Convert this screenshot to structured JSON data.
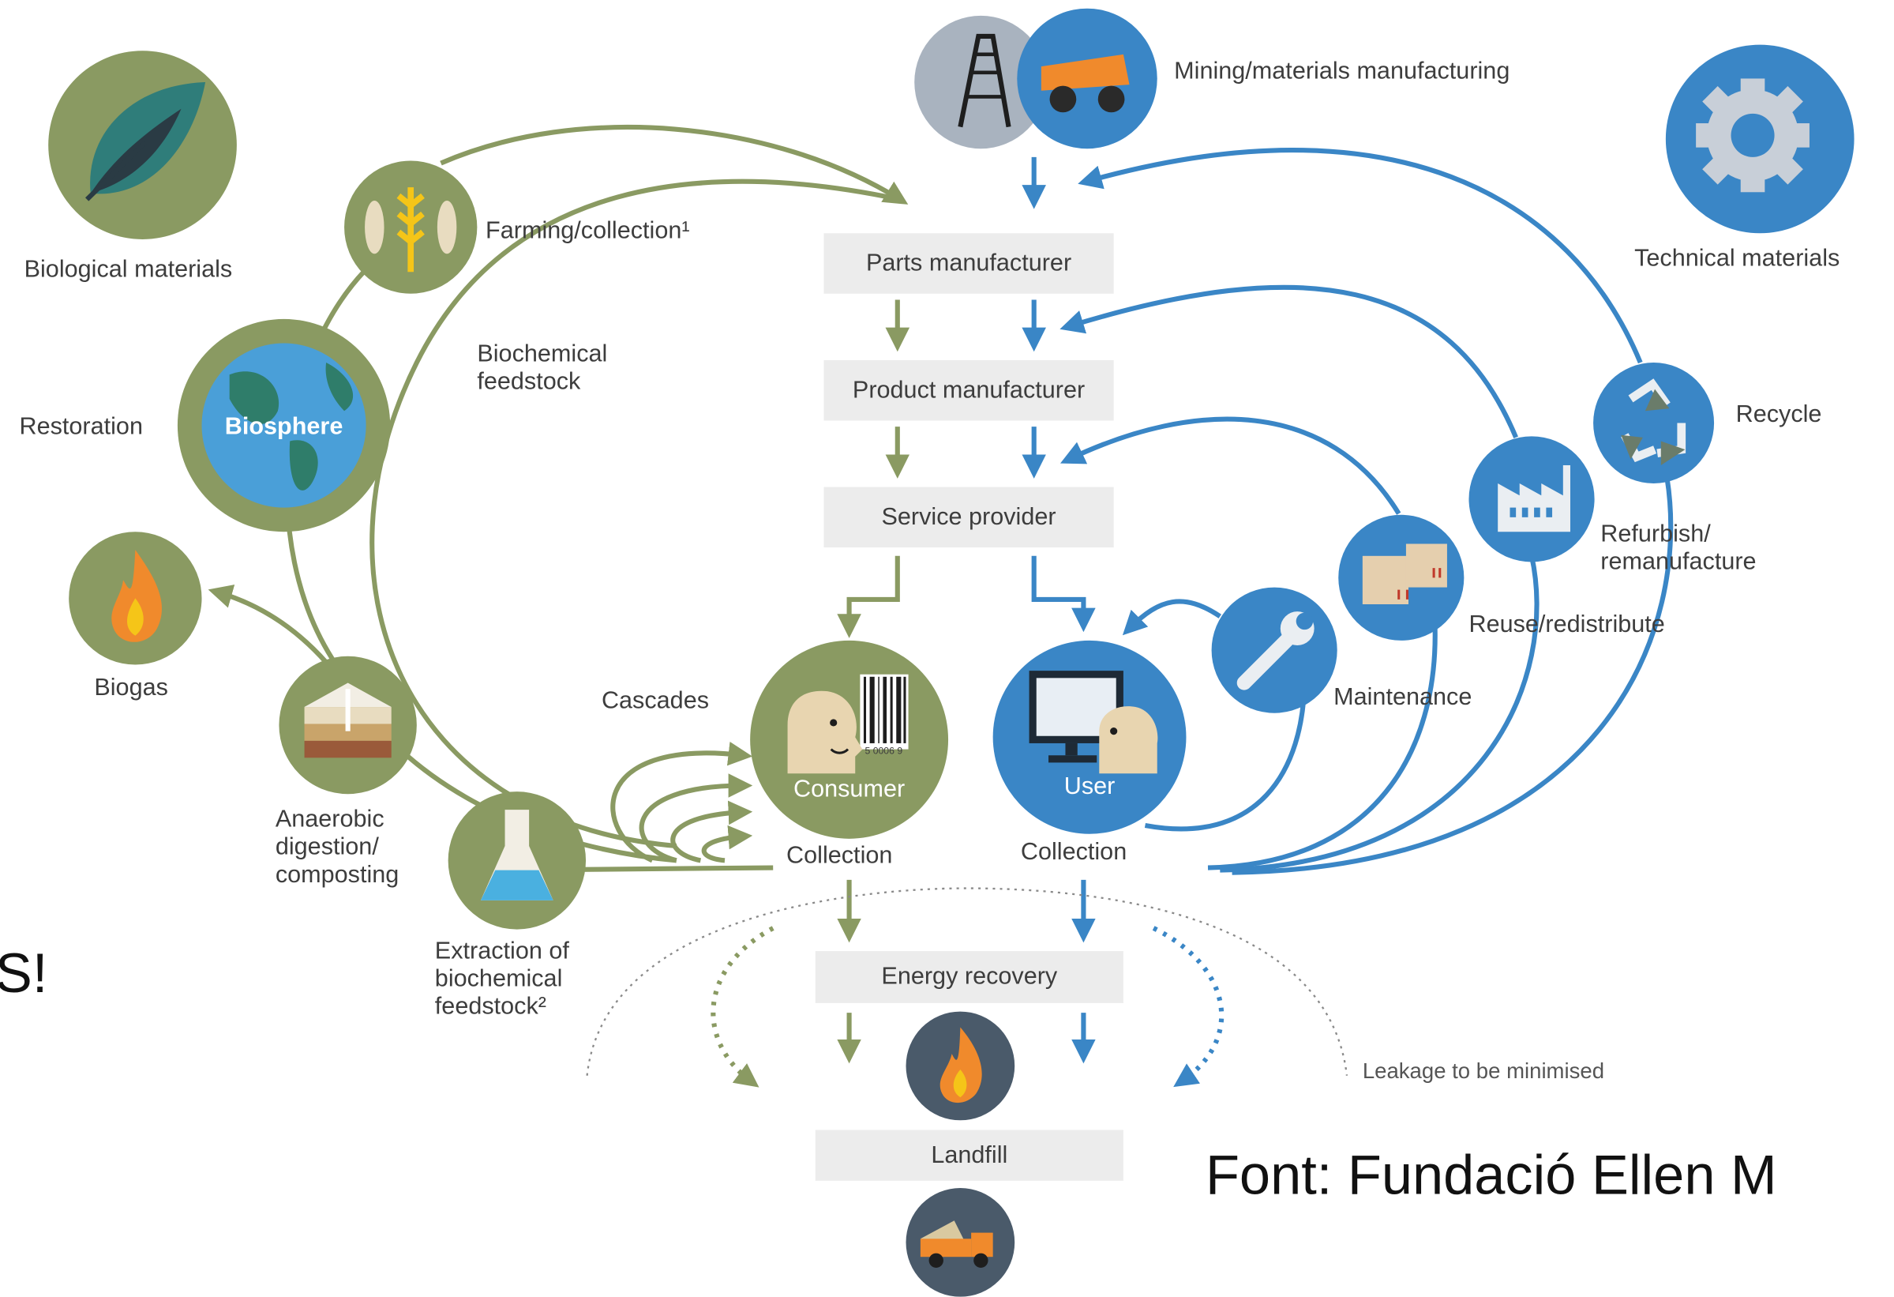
{
  "mining_label": "Mining/materials manufacturing",
  "biological_materials_label": "Biological materials",
  "technical_materials_label": "Technical materials",
  "farming_label": "Farming/collection¹",
  "biochemical_feedstock_label": [
    "Biochemical",
    "feedstock"
  ],
  "restoration_label": "Restoration",
  "biosphere_label": "Biosphere",
  "biogas_label": "Biogas",
  "anaerobic_label": [
    "Anaerobic",
    "digestion/",
    "composting"
  ],
  "extraction_label": [
    "Extraction of",
    "biochemical",
    "feedstock²"
  ],
  "cascades_label": "Cascades",
  "consumer_label": "Consumer",
  "user_label": "User",
  "collection_left_label": "Collection",
  "collection_right_label": "Collection",
  "parts_manufacturer": "Parts manufacturer",
  "product_manufacturer": "Product manufacturer",
  "service_provider": "Service provider",
  "energy_recovery": "Energy recovery",
  "landfill": "Landfill",
  "recycle_label": "Recycle",
  "refurbish_label": [
    "Refurbish/",
    "remanufacture"
  ],
  "reuse_label": "Reuse/redistribute",
  "maintenance_label": "Maintenance",
  "leakage_label": "Leakage to be minimised",
  "barcode_digits": "5 0006 9",
  "slide_fragment_left": "S!",
  "slide_fragment_right": "Font: Fundació Ellen M",
  "colors": {
    "green": "#8a9a62",
    "blue": "#3a86c6",
    "light_blue_grey": "#a9b3bf",
    "box_bg": "#ececec",
    "orange": "#f08a2c"
  }
}
